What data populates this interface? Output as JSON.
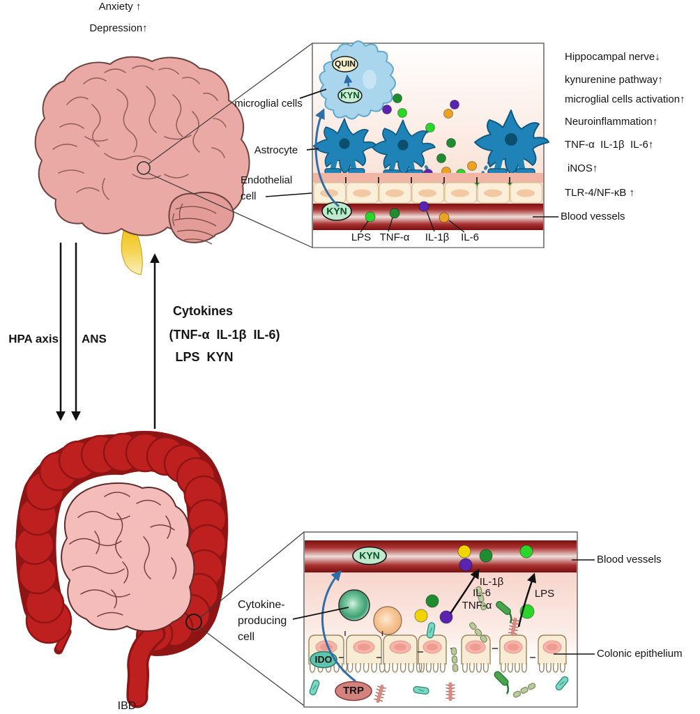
{
  "brain_area": {
    "anxiety": "Anxiety ↑",
    "depression": "Depression↑"
  },
  "top_inset": {
    "microglial_cells_label": "microglial cells",
    "astrocyte_label": "Astrocyte",
    "endothelial_label_line1": "Endothelial",
    "endothelial_label_line2": "cell",
    "quin": "QUIN",
    "kyn_in_microglia": "KYN",
    "kyn_in_vessel": "KYN",
    "mediators": [
      "LPS",
      "TNF-α",
      "IL-1β",
      "IL-6"
    ],
    "blood_vessels_label": "Blood vessels",
    "effects": [
      "Hippocampal nerve↓",
      "kynurenine pathway↑",
      "microglial cells activation↑",
      "Neuroinflammation↑",
      "TNF-α  IL-1β  IL-6↑",
      "iNOS↑",
      "TLR-4/NF-κB ↑"
    ]
  },
  "pathways": {
    "hpa": "HPA axis",
    "ans": "ANS",
    "cytokines_line1": "Cytokines",
    "cytokines_line2": "(TNF-α  IL-1β  IL-6)",
    "cytokines_line3": "LPS  KYN"
  },
  "gut_area": {
    "ibd": "IBD",
    "cytokine_cell_line1": "Cytokine-",
    "cytokine_cell_line2": "producing",
    "cytokine_cell_line3": "cell"
  },
  "bottom_inset": {
    "kyn": "KYN",
    "ido": "IDO",
    "trp": "TRP",
    "il1b": "IL-1β",
    "il6": "IL-6",
    "tnfa": "TNF-α",
    "lps": "LPS",
    "blood_vessels_label": "Blood vessels",
    "colonic_epithelium_label": "Colonic epithelium"
  },
  "colors": {
    "brain_pink": "#EBA9A5",
    "brainstem_yellow": "#F3BE10",
    "colon_red": "#BE2020",
    "small_intestine_pink": "#F4BDB9",
    "vessel_dark_red": "#7A1010",
    "astrocyte_blue": "#1F83B8",
    "microglia_blue": "#A9D6EC",
    "kyn_oval_green": "#BFE8CC",
    "quin_oval_cream": "#F8F1CD",
    "ido_teal": "#5EC6AF",
    "trp_rose": "#D4827E",
    "lps_dot_green": "#2BD62B",
    "tnfa_dot_green": "#1F8C2F",
    "il1b_dot_purple": "#5A24B0",
    "il6_dot_orange": "#EDA321",
    "yellow_dot": "#F2D500",
    "arrow_blue": "#2E6DA8"
  }
}
